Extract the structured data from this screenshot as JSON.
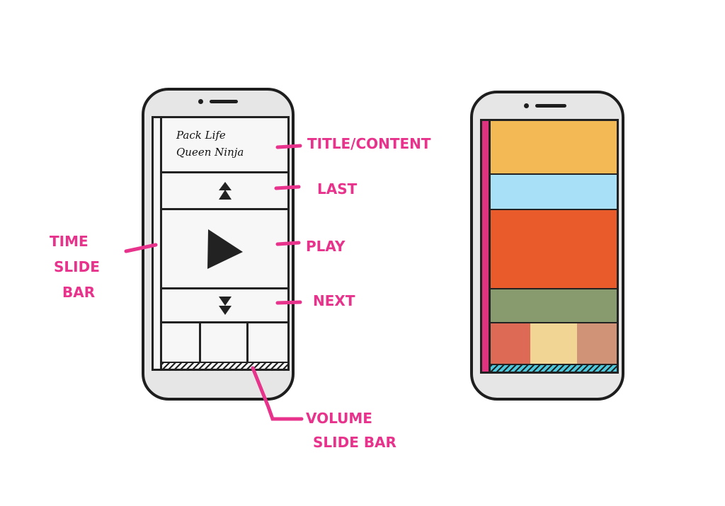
{
  "wireframe": {
    "song_line_1": "Pack Life",
    "song_line_2": "Queen Ninja",
    "icons": {
      "last": "double-up-triangle-icon",
      "play": "play-icon",
      "next": "double-down-triangle-icon"
    }
  },
  "annotations": {
    "title_content": "TITLE/CONTENT",
    "last": "LAST",
    "play": "PLAY",
    "next": "NEXT",
    "time_slide_bar": [
      "TIME",
      "SLIDE",
      "BAR"
    ],
    "volume_slide_bar": [
      "VOLUME",
      "SLIDE BAR"
    ]
  },
  "colors": {
    "annotation": "#e8338c",
    "title_block": "#f2b954",
    "last_block": "#a7e0f7",
    "play_block": "#e95b2b",
    "next_block": "#879b6e",
    "tile_1": "#dc6a55",
    "tile_2": "#f0d595",
    "tile_3": "#d19377",
    "time_bar": "#e0337f",
    "volume_bar": "#4cc9dd"
  }
}
